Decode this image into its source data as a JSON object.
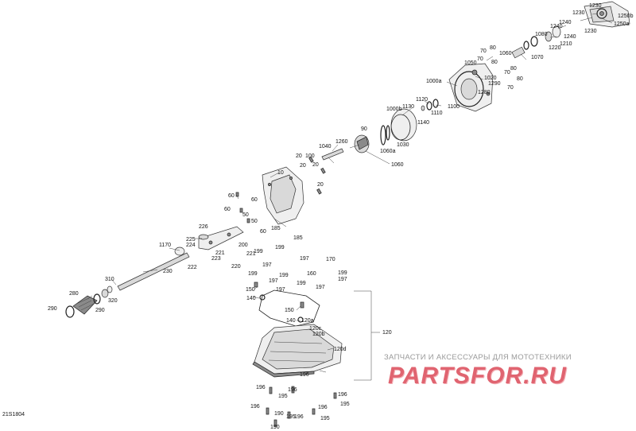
{
  "diagram": {
    "code": "21S1804",
    "watermark_tagline": "ЗАПЧАСТИ И АКСЕССУАРЫ ДЛЯ МОТОТЕХНИКИ",
    "watermark_logo": "PARTSFOR.RU",
    "labels": {
      "l1230a": "1230",
      "l1250a": "1250a",
      "l1250b": "1250b",
      "l1230b": "1230",
      "l1240a": "1240",
      "l1240b": "1240",
      "l1230c": "1230",
      "l1080": "1080",
      "l1240c": "1240",
      "l1210": "1210",
      "l1220": "1220",
      "l1070": "1070",
      "l70a": "70",
      "l80a": "80",
      "l1060": "1060",
      "l70b": "70",
      "l80b": "80",
      "l1050": "1050",
      "l80c": "80",
      "l70c": "70",
      "l80d": "80",
      "l70d": "70",
      "l1020": "1020",
      "l1290": "1290",
      "l1000a": "1000a",
      "l1280": "1280",
      "l1120": "1120",
      "l1130": "1130",
      "l1100": "1100",
      "l1110": "1110",
      "l1000b": "1000b",
      "l1140": "1140",
      "l90": "90",
      "l1030": "1030",
      "l1060a": "1060a",
      "l1040": "1040",
      "l1260": "1260",
      "l1060b": "1060",
      "l20a": "20",
      "l100": "100",
      "l20b": "20",
      "l20c": "20",
      "l20d": "20",
      "l10": "10",
      "l60a": "60",
      "l60b": "60",
      "l60c": "60",
      "l50a": "50",
      "l50b": "50",
      "l60d": "60",
      "l185a": "185",
      "l185b": "185",
      "l226": "226",
      "l225": "225",
      "l224": "224",
      "l1170": "1170",
      "l200": "200",
      "l199a": "199",
      "l199b": "199",
      "l221a": "221",
      "l221b": "221",
      "l223": "223",
      "l222": "222",
      "l220": "220",
      "l197a": "197",
      "l197b": "197",
      "l230": "230",
      "l170": "170",
      "l199c": "199",
      "l197c": "197",
      "l199d": "199",
      "l160": "160",
      "l199e": "199",
      "l197d": "197",
      "l199f": "199",
      "l197e": "197",
      "l150a": "150",
      "l197f": "197",
      "l310": "310",
      "l280": "280",
      "l320": "320",
      "l290a": "290",
      "l290b": "290",
      "l140a": "140",
      "l150b": "150",
      "l140b": "140",
      "l120a": "120a",
      "l120c": "120c",
      "l120b": "120b",
      "l120": "120",
      "l120d": "120d",
      "l196a": "196",
      "l196b": "196",
      "l195a": "195",
      "l196c": "196",
      "l196d": "196",
      "l195b": "195",
      "l196e": "196",
      "l190a": "190",
      "l196f": "196",
      "l195c": "195",
      "l190b": "190"
    }
  }
}
